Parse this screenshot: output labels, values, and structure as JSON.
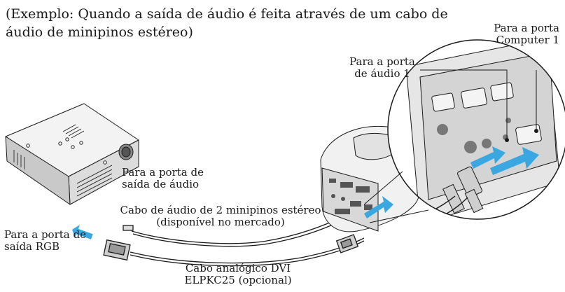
{
  "caption": {
    "line1": "(Exemplo: Quando a saída de áudio é feita através de um cabo de",
    "line2": "áudio de minipinos estéreo)"
  },
  "labels": {
    "computer_port_line1": "Para a porta",
    "computer_port_line2": "Computer 1",
    "audio_port_line1": "Para a porta",
    "audio_port_line2": "de áudio 1",
    "audio_out_line1": "Para a porta de",
    "audio_out_line2": "saída de áudio",
    "audio_cable_line1": "Cabo de áudio de 2 minipinos estéreo",
    "audio_cable_line2": "(disponível no mercado)",
    "rgb_out_line1": "Para a porta de",
    "rgb_out_line2": "saída RGB",
    "dvi_cable_line1": "Cabo analógico DVI",
    "dvi_cable_line2": "ELPKC25 (opcional)"
  },
  "colors": {
    "arrow": "#3aa7e0",
    "ink": "#1a1a1a",
    "device_light": "#eeeeee",
    "device_dark": "#bdbdbd"
  }
}
